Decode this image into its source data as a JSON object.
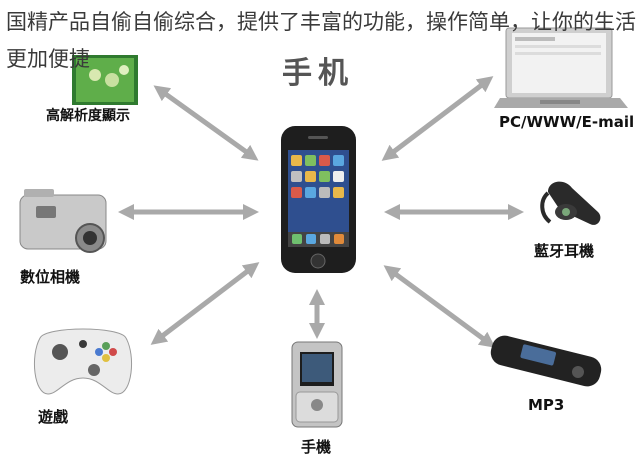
{
  "overlay_text": "国精产品自偷自偷综合，提供了丰富的功能，操作简单，让你的生活更加便捷",
  "center": {
    "title": "手机"
  },
  "devices": {
    "hd_display": "高解析度顯示",
    "pc": "PC/WWW/E-mail",
    "camera": "數位相機",
    "bluetooth": "藍牙耳機",
    "game": "遊戲",
    "phone": "手機",
    "mp3": "MP3"
  },
  "colors": {
    "arrow": "#a9a9a9",
    "text": "#111111"
  }
}
